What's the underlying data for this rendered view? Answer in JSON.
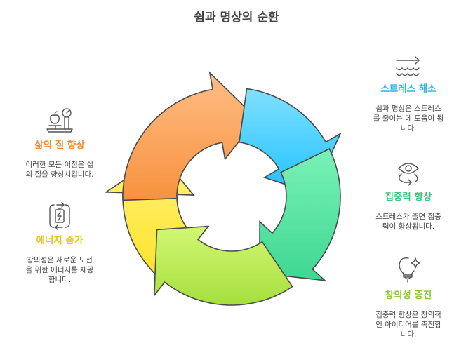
{
  "title": "쉼과 명상의 순환",
  "colors": {
    "stress": "#29b6e3",
    "focus": "#3ec47d",
    "creativity": "#8cc63f",
    "energy": "#e6c619",
    "quality": "#f08a35"
  },
  "steps": [
    {
      "id": "stress",
      "icon": "waves-arrow-icon",
      "label": "스트레스 해소",
      "desc": "쉼과 명상은 스트레스를 줄이는 데 도움이 됩니다.",
      "desc_lines": [
        "쉼과 명상은 스트레스",
        "를 줄이는 데 도움이 됩",
        "니다."
      ]
    },
    {
      "id": "focus",
      "icon": "eye-cycle-icon",
      "label": "집중력 향상",
      "desc": "스트레스가 줄면 집중력이 향상됩니다.",
      "desc_lines": [
        "스트레스가 줄면 집중",
        "력이 향상됩니다."
      ]
    },
    {
      "id": "creativity",
      "icon": "lightbulb-sparkle-icon",
      "label": "창의성 증진",
      "desc": "집중력 향상은 창의적인 아이디어를 촉진합니다.",
      "desc_lines": [
        "집중력 향상은 창의적",
        "인 아이디어를 촉진합",
        "니다."
      ]
    },
    {
      "id": "energy",
      "icon": "battery-cycle-icon",
      "label": "에너지 증가",
      "desc": "창의성은 새로운 도전을 위한 에너지를 제공합니다.",
      "desc_lines": [
        "창의성은 새로운 도전",
        "을 위한 에너지를 제공",
        "합니다."
      ]
    },
    {
      "id": "quality",
      "icon": "scale-apple-icon",
      "label": "삶의 질 향상",
      "desc": "이러한 모든 이점은 삶의 질을 향상시킵니다.",
      "desc_lines": [
        "이러한 모든 이점은 삶",
        "의 질을 향상시킵니다."
      ]
    }
  ]
}
